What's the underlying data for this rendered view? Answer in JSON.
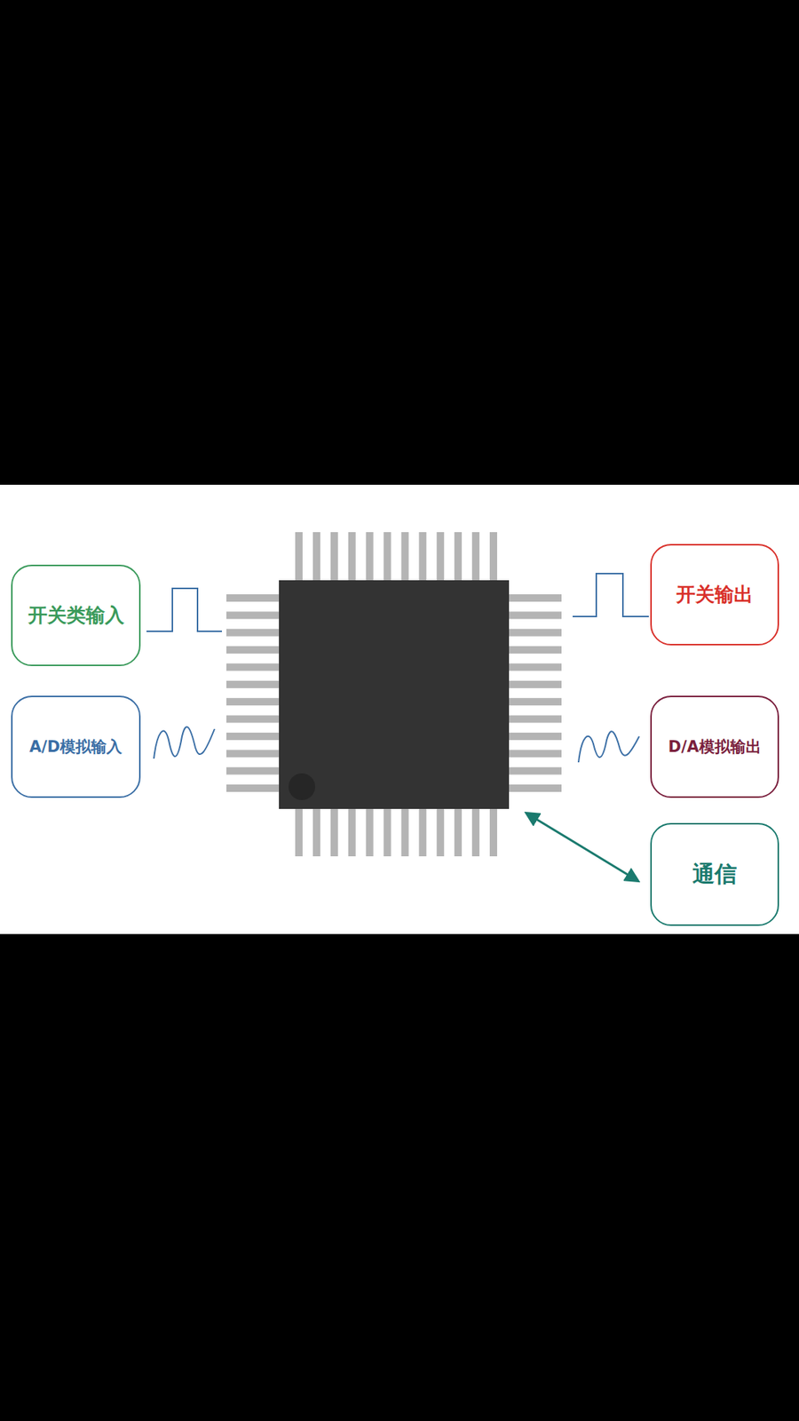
{
  "diagram": {
    "nodes": [
      {
        "text": [
          "开关类输入"
        ]
      },
      {
        "text": [
          "A/D模拟输入"
        ]
      },
      {
        "text": [
          "开关输出"
        ]
      },
      {
        "text": [
          "D/A模拟输出"
        ]
      },
      {
        "text": [
          "通信"
        ]
      }
    ]
  }
}
